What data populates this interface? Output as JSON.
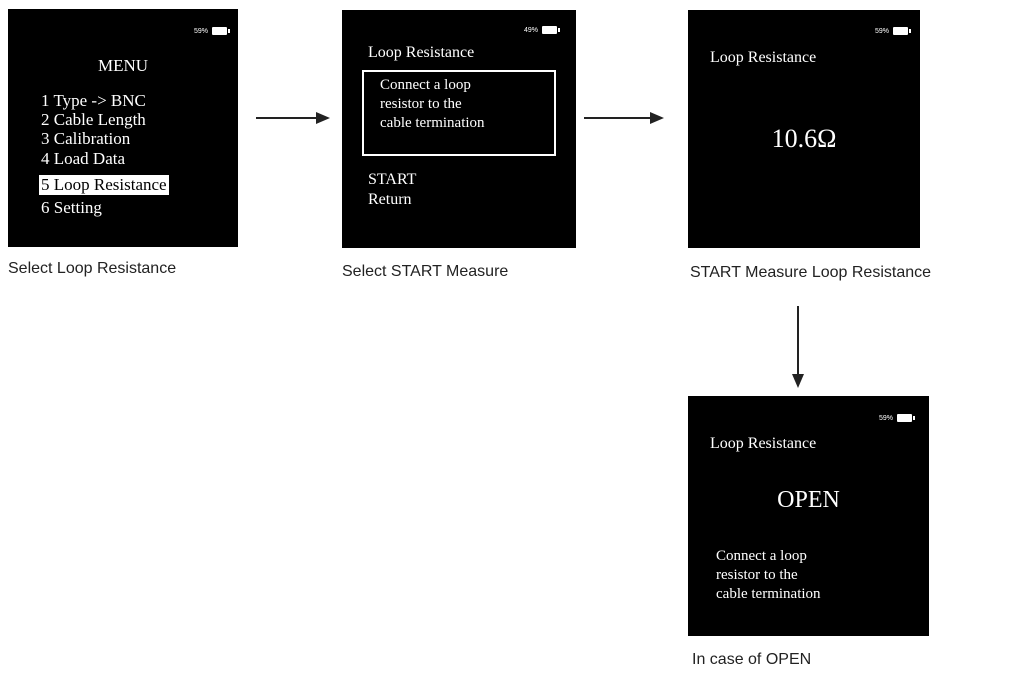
{
  "screens": {
    "menu": {
      "battery": "59%",
      "title": "MENU",
      "items": [
        "1 Type -> BNC",
        "2 Cable Length",
        "3 Calibration",
        "4 Load Data",
        "5 Loop Resistance",
        "6 Setting"
      ],
      "selected_index": 4
    },
    "start": {
      "battery": "49%",
      "title": "Loop Resistance",
      "message_lines": [
        "Connect a loop",
        "resistor to the",
        "cable termination"
      ],
      "options": [
        "START",
        "Return"
      ]
    },
    "measure": {
      "battery": "59%",
      "title": "Loop Resistance",
      "reading": "10.6Ω"
    },
    "open": {
      "battery": "59%",
      "title": "Loop Resistance",
      "status": "OPEN",
      "message_lines": [
        "Connect a loop",
        "resistor to the",
        "cable termination"
      ]
    }
  },
  "captions": {
    "menu": "Select Loop Resistance",
    "start": "Select START Measure",
    "measure": "START Measure Loop Resistance",
    "open": "In case of OPEN"
  }
}
